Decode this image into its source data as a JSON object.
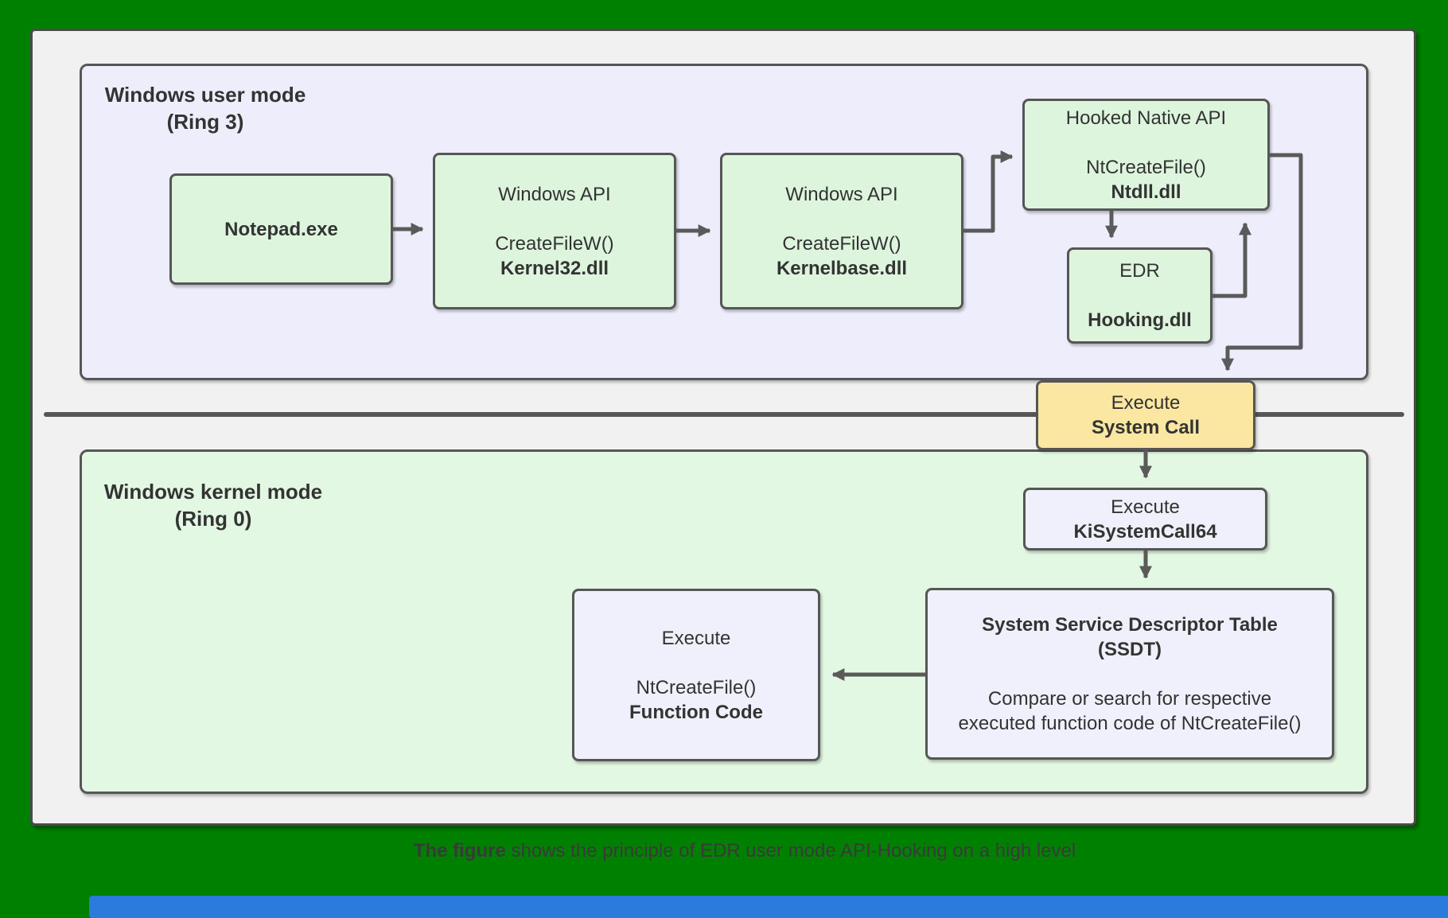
{
  "user_mode": {
    "label_line1": "Windows user mode",
    "label_line2": "(Ring 3)"
  },
  "kernel_mode": {
    "label_line1": "Windows kernel mode",
    "label_line2": "(Ring 0)"
  },
  "nodes": {
    "notepad": {
      "lines": [
        {
          "t": "Notepad.exe",
          "b": true
        }
      ]
    },
    "kernel32": {
      "lines": [
        {
          "t": "Windows API",
          "b": false
        },
        {
          "t": "",
          "b": false
        },
        {
          "t": "CreateFileW()",
          "b": false
        },
        {
          "t": "Kernel32.dll",
          "b": true
        }
      ]
    },
    "kernelbase": {
      "lines": [
        {
          "t": "Windows API",
          "b": false
        },
        {
          "t": "",
          "b": false
        },
        {
          "t": "CreateFileW()",
          "b": false
        },
        {
          "t": "Kernelbase.dll",
          "b": true
        }
      ]
    },
    "hooked_native_api": {
      "lines": [
        {
          "t": "Hooked Native API",
          "b": false
        },
        {
          "t": "",
          "b": false
        },
        {
          "t": "NtCreateFile()",
          "b": false
        },
        {
          "t": "Ntdll.dll",
          "b": true
        }
      ]
    },
    "edr": {
      "lines": [
        {
          "t": "EDR",
          "b": false
        },
        {
          "t": "",
          "b": false
        },
        {
          "t": "Hooking.dll",
          "b": true
        }
      ]
    },
    "execute_system_call": {
      "lines": [
        {
          "t": "Execute",
          "b": false
        },
        {
          "t": "System Call",
          "b": true
        }
      ]
    },
    "execute_kisystemcall64": {
      "lines": [
        {
          "t": "Execute",
          "b": false
        },
        {
          "t": "KiSystemCall64",
          "b": true
        }
      ]
    },
    "execute_function_code": {
      "lines": [
        {
          "t": "Execute",
          "b": false
        },
        {
          "t": "",
          "b": false
        },
        {
          "t": "NtCreateFile()",
          "b": false
        },
        {
          "t": "Function Code",
          "b": true
        }
      ]
    },
    "ssdt": {
      "lines": [
        {
          "t": "System Service Descriptor Table",
          "b": true
        },
        {
          "t": "(SSDT)",
          "b": true
        },
        {
          "t": "",
          "b": false
        },
        {
          "t": "Compare or search for respective",
          "b": false
        },
        {
          "t": "executed function code of NtCreateFile()",
          "b": false
        }
      ]
    }
  },
  "caption": {
    "bold_part": "The figure",
    "regular_part": " shows the principle of EDR user mode API-Hooking on a high level"
  },
  "colors": {
    "background": "#008000",
    "panel": "#F1F1F2",
    "user_mode_fill": "#EDEDFB",
    "kernel_mode_fill": "#E3F8E3",
    "node_green": "#DDF4DD",
    "node_lavender": "#F0F0FC",
    "highlight_yellow": "#FBE7A2",
    "border": "#565656",
    "arrow": "#5A5A5A",
    "scrollbar_blue": "#2A7BDC",
    "text": "#333333"
  }
}
